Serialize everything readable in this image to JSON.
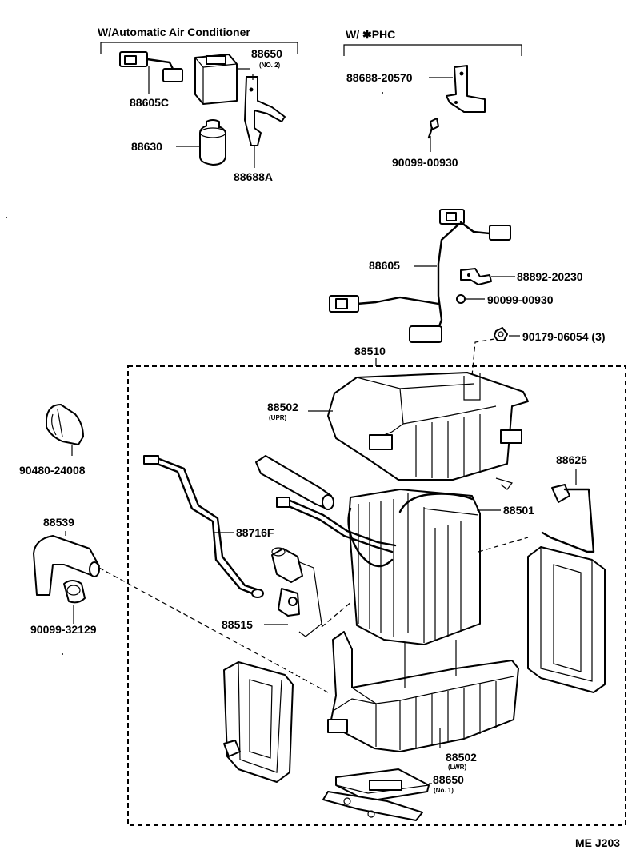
{
  "headers": {
    "auto_ac": "W/Automatic Air Conditioner",
    "phc": "W/ ✱PHC"
  },
  "labels": {
    "p88650_top": "88650",
    "p88650_top_sub": "(NO. 2)",
    "p88605C": "88605C",
    "p88630": "88630",
    "p88688A": "88688A",
    "p88688_20570": "88688-20570",
    "p90099_00930_top": "90099-00930",
    "p88605": "88605",
    "p88892_20230": "88892-20230",
    "p90099_00930_mid": "90099-00930",
    "p90179_06054": "90179-06054 (3)",
    "p88510": "88510",
    "p88502_upr": "88502",
    "p88502_upr_sub": "(UPR)",
    "p90480_24008": "90480-24008",
    "p88625": "88625",
    "p88539": "88539",
    "p88501": "88501",
    "p88716F": "88716F",
    "p90099_32129": "90099-32129",
    "p88515": "88515",
    "p88502_lwr": "88502",
    "p88502_lwr_sub": "(LWR)",
    "p88650_bot": "88650",
    "p88650_bot_sub": "(No. 1)",
    "code": "ME J203"
  }
}
